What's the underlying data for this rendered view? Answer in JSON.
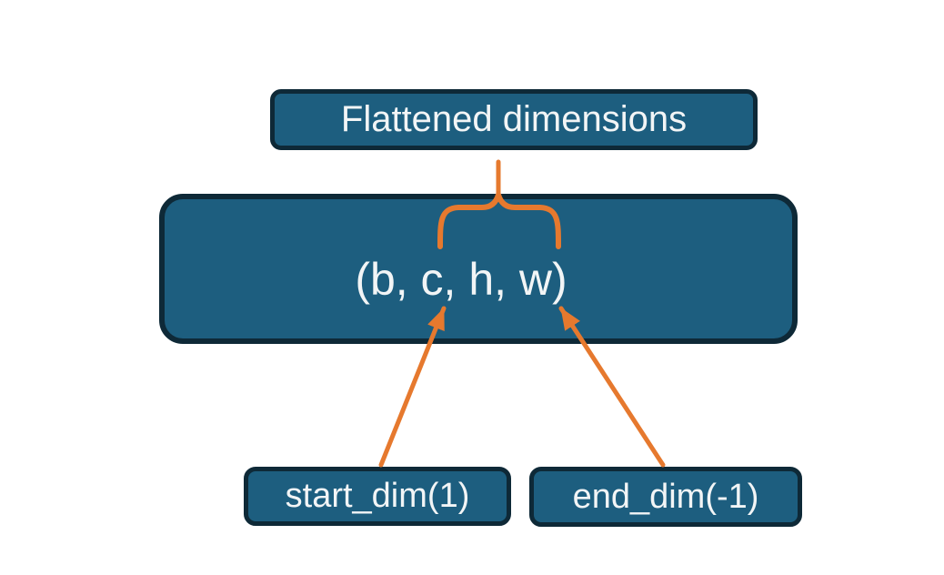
{
  "diagram": {
    "title_box": {
      "label": "Flattened dimensions"
    },
    "tensor_box": {
      "label": "(b, c, h, w)"
    },
    "start_dim_box": {
      "label": "start_dim(1)"
    },
    "end_dim_box": {
      "label": "end_dim(-1)"
    }
  },
  "colors": {
    "box_fill": "#1d5e7f",
    "box_border": "#0e2937",
    "accent": "#e6792e",
    "text": "#f2f5f6",
    "background": "#ffffff"
  }
}
